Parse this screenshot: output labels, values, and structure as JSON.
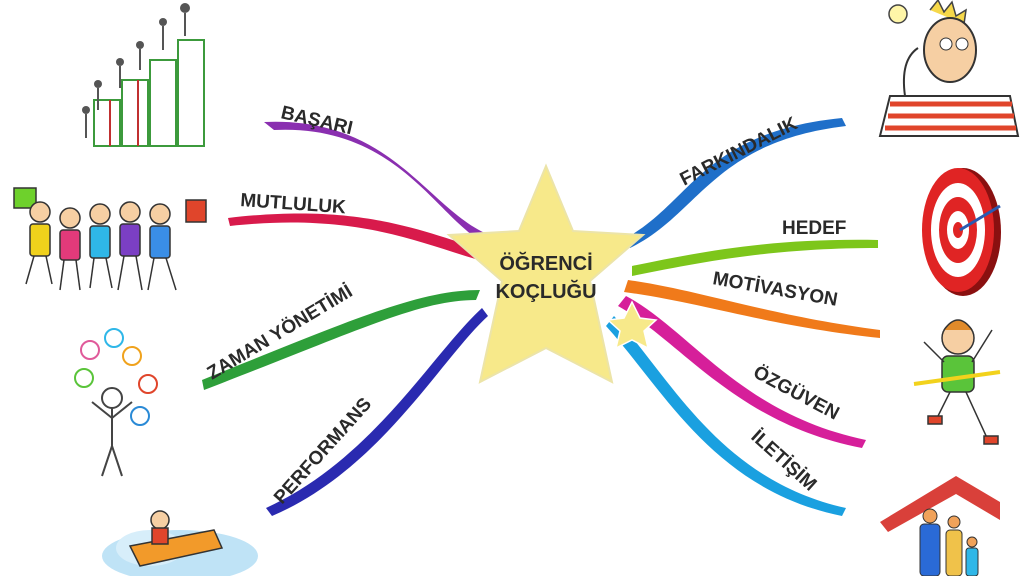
{
  "center": {
    "line1": "ÖĞRENCİ",
    "line2": "KOÇLUĞU",
    "star_color": "#f7e98a"
  },
  "branches": [
    {
      "id": "basari",
      "label": "BAŞARI",
      "color": "#8a2fb0",
      "illustration": "stairs-climb-illustration"
    },
    {
      "id": "mutluluk",
      "label": "MUTLULUK",
      "color": "#d81a4b",
      "illustration": "happy-kids-illustration"
    },
    {
      "id": "zaman",
      "label": "ZAMAN YÖNETİMİ",
      "color": "#2e9f3a",
      "illustration": "juggling-clocks-illustration"
    },
    {
      "id": "performans",
      "label": "PERFORMANS",
      "color": "#2a2ab0",
      "illustration": "rocket-boy-illustration"
    },
    {
      "id": "farkindalik",
      "label": "FARKINDALIK",
      "color": "#1f6fc9",
      "illustration": "lightbulb-man-illustration"
    },
    {
      "id": "hedef",
      "label": "HEDEF",
      "color": "#7dc61b",
      "illustration": "target-illustration"
    },
    {
      "id": "motivasyon",
      "label": "MOTİVASYON",
      "color": "#f07a1a",
      "illustration": "winner-boy-illustration"
    },
    {
      "id": "ozguven",
      "label": "ÖZGÜVEN",
      "color": "#d61f9a",
      "illustration": "family-house-illustration"
    },
    {
      "id": "iletisim",
      "label": "İLETİŞİM",
      "color": "#1aa0e0",
      "illustration": "family-house-illustration"
    }
  ]
}
